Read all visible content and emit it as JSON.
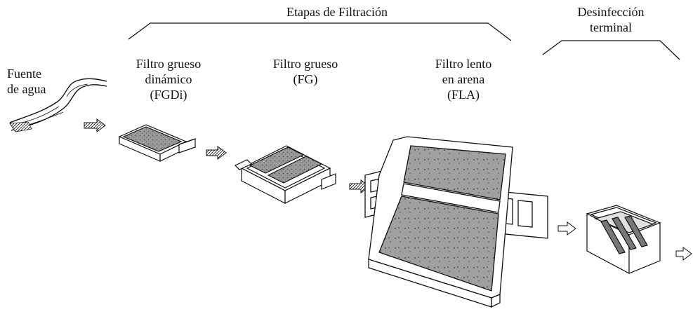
{
  "stages_title": "Etapas de Filtración",
  "disinfection_title": "Desinfección\nterminal",
  "source": {
    "label": "Fuente\nde agua"
  },
  "units": [
    {
      "label": "Filtro grueso\ndinámico\n(FGDi)"
    },
    {
      "label": "Filtro grueso\n(FG)"
    },
    {
      "label": "Filtro lento\nen arena\n(FLA)"
    }
  ],
  "colors": {
    "line": "#111111",
    "fill_gravel": "#8a8a8a",
    "fill_sand": "#9a9a9a",
    "box": "#ffffff"
  }
}
